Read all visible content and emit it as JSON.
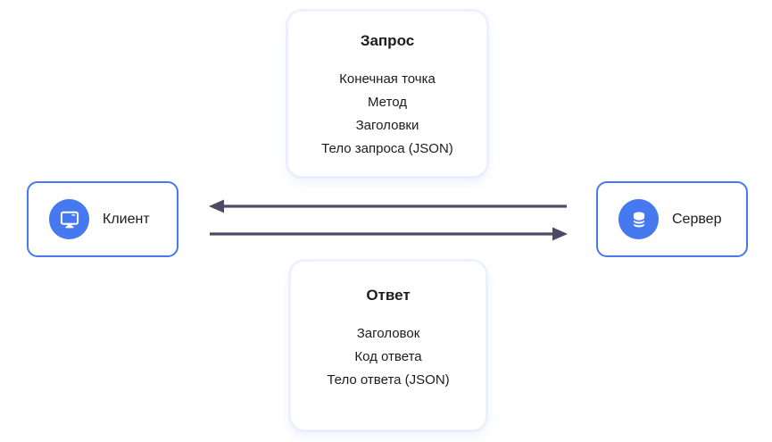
{
  "diagram": {
    "request_card": {
      "title": "Запрос",
      "items": [
        "Конечная точка",
        "Метод",
        "Заголовки",
        "Тело запроса (JSON)"
      ]
    },
    "response_card": {
      "title": "Ответ",
      "items": [
        "Заголовок",
        "Код ответа",
        "Тело ответа (JSON)"
      ]
    },
    "client_node": {
      "label": "Клиент",
      "icon": "monitor-icon"
    },
    "server_node": {
      "label": "Сервер",
      "icon": "database-icon"
    },
    "arrows": [
      {
        "direction": "left",
        "from": "server",
        "to": "client"
      },
      {
        "direction": "right",
        "from": "client",
        "to": "server"
      }
    ],
    "colors": {
      "node_border": "#4678f0",
      "icon_circle": "#4678f0",
      "arrow": "#4c4a64",
      "card_border": "#edf2ff",
      "text": "#1c1c1e"
    }
  }
}
